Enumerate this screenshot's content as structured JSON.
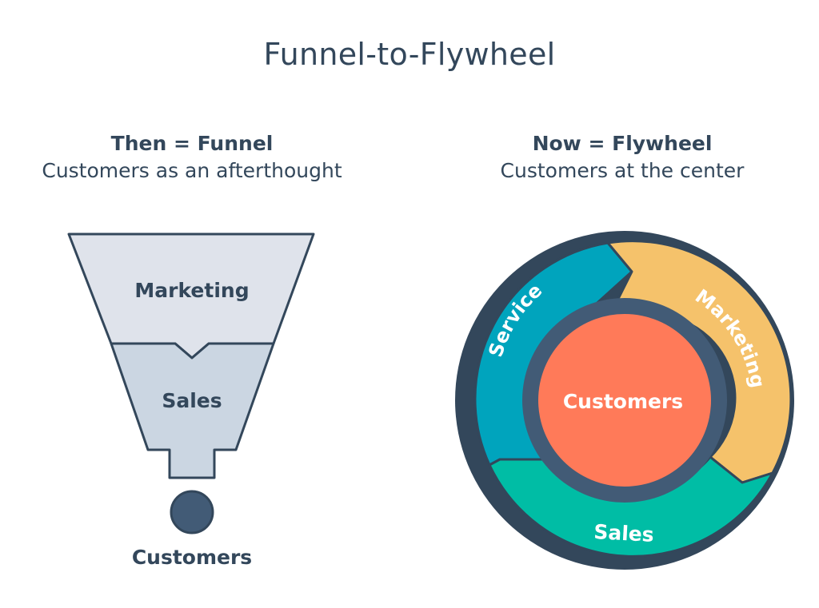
{
  "title": "Funnel-to-Flywheel",
  "funnel": {
    "heading": "Then = Funnel",
    "subheading": "Customers as an afterthought",
    "top_label": "Marketing",
    "bottom_label": "Sales",
    "output_label": "Customers"
  },
  "flywheel": {
    "heading": "Now = Flywheel",
    "subheading": "Customers at the center",
    "center_label": "Customers",
    "segments": {
      "service": "Service",
      "marketing": "Marketing",
      "sales": "Sales"
    }
  },
  "colors": {
    "text": "#33475b",
    "funnel_top": "#dfe3eb",
    "funnel_bottom": "#cbd6e2",
    "outline": "#33475b",
    "service": "#00a4bd",
    "marketing": "#f5c26b",
    "sales": "#00bda5",
    "center": "#ff7a59",
    "ring": "#425b76"
  }
}
